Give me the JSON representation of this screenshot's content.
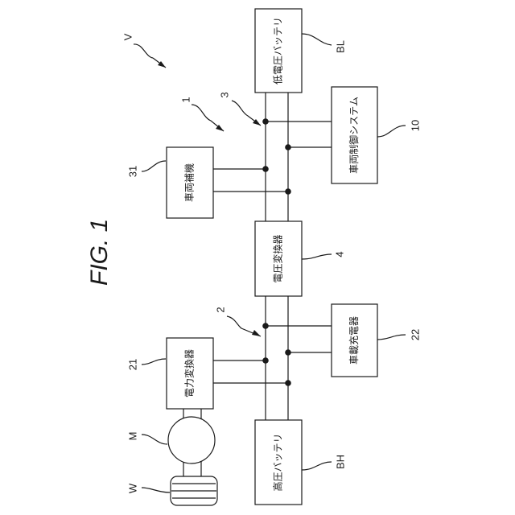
{
  "figure_title": "FIG. 1",
  "labels": {
    "vehicle": "V",
    "system_1": "1",
    "bus_low": "3",
    "bus_high": "2",
    "ref_31": "31",
    "ref_10": "10",
    "ref_bl": "BL",
    "ref_4": "4",
    "ref_21": "21",
    "ref_22": "22",
    "ref_m": "M",
    "ref_w": "W",
    "ref_bh": "BH"
  },
  "components": {
    "low_voltage_battery": "低電圧バッテリ",
    "vehicle_control_system": "車両制御システム",
    "vehicle_auxiliary": "車両補機",
    "voltage_converter": "電圧変換器",
    "power_converter": "電力変換器",
    "onboard_charger": "車載充電器",
    "high_voltage_battery": "高圧バッテリ"
  }
}
